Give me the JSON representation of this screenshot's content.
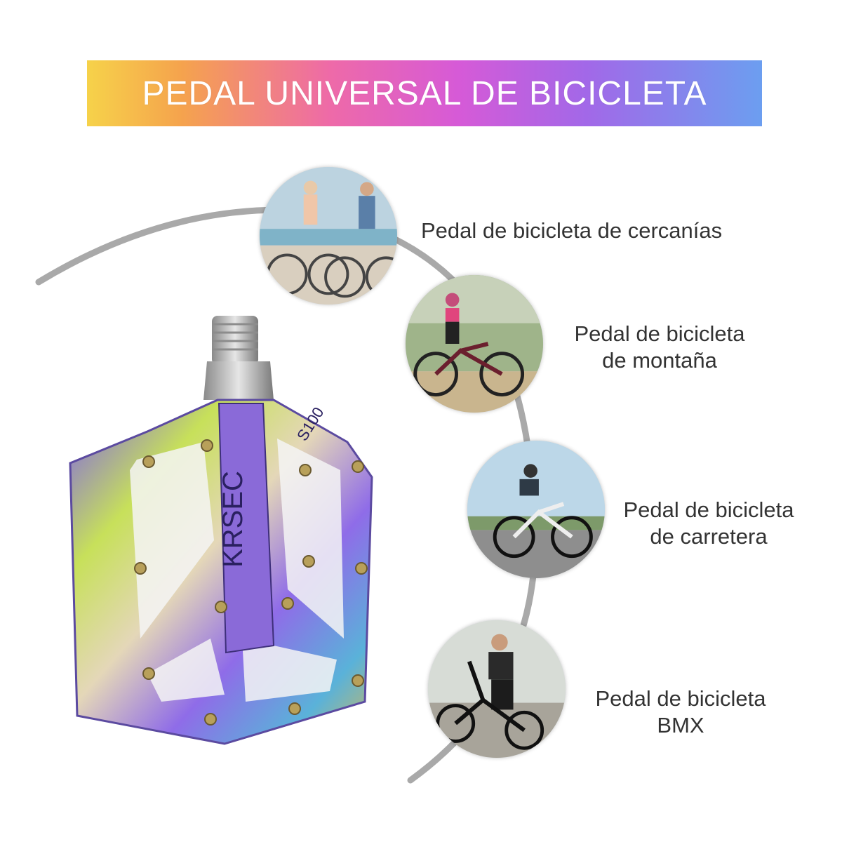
{
  "banner": {
    "title": "PEDAL UNIVERSAL DE BICICLETA",
    "gradient_colors": [
      "#f6d24a",
      "#f5a34d",
      "#ee6aa8",
      "#d65ad7",
      "#a268e8",
      "#6c9ef0"
    ]
  },
  "product": {
    "brand_mark": "KRSEC",
    "model_mark": "S100",
    "image": "iridescent-flat-bike-pedal"
  },
  "uses": [
    {
      "label": "Pedal de bicicleta de cercanías",
      "photo": "commuter-couple-bikes"
    },
    {
      "label_line1": "Pedal de bicicleta",
      "label_line2": "de montaña",
      "photo": "woman-mountain-bike"
    },
    {
      "label_line1": "Pedal de bicicleta",
      "label_line2": "de carretera",
      "photo": "man-road-bike"
    },
    {
      "label_line1": "Pedal de bicicleta",
      "label_line2": "BMX",
      "photo": "boy-bmx-bike"
    }
  ],
  "colors": {
    "arc": "#a9a9a9",
    "text": "#333333"
  }
}
